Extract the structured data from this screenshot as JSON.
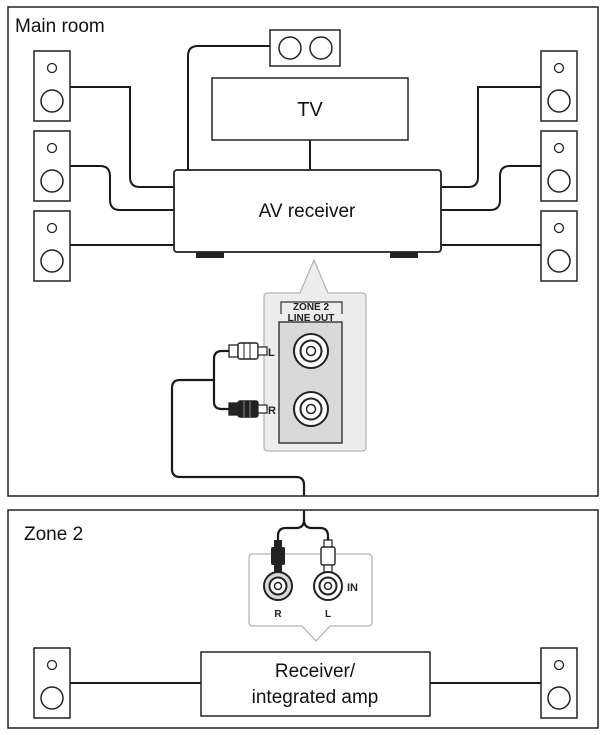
{
  "main_room": {
    "title": "Main room",
    "tv_label": "TV",
    "av_receiver_label": "AV receiver",
    "zone2_output": {
      "title_line1": "ZONE 2",
      "title_line2": "LINE OUT",
      "left_label": "L",
      "right_label": "R"
    }
  },
  "zone2": {
    "title": "Zone 2",
    "input": {
      "label": "IN",
      "right_label": "R",
      "left_label": "L"
    },
    "receiver_line1": "Receiver/",
    "receiver_line2": "integrated amp"
  },
  "colors": {
    "line": "#1a1a1a",
    "panel_gray": "#d9d9d9",
    "panel_light": "#ededed",
    "callout_stroke": "#b5b5b5"
  }
}
